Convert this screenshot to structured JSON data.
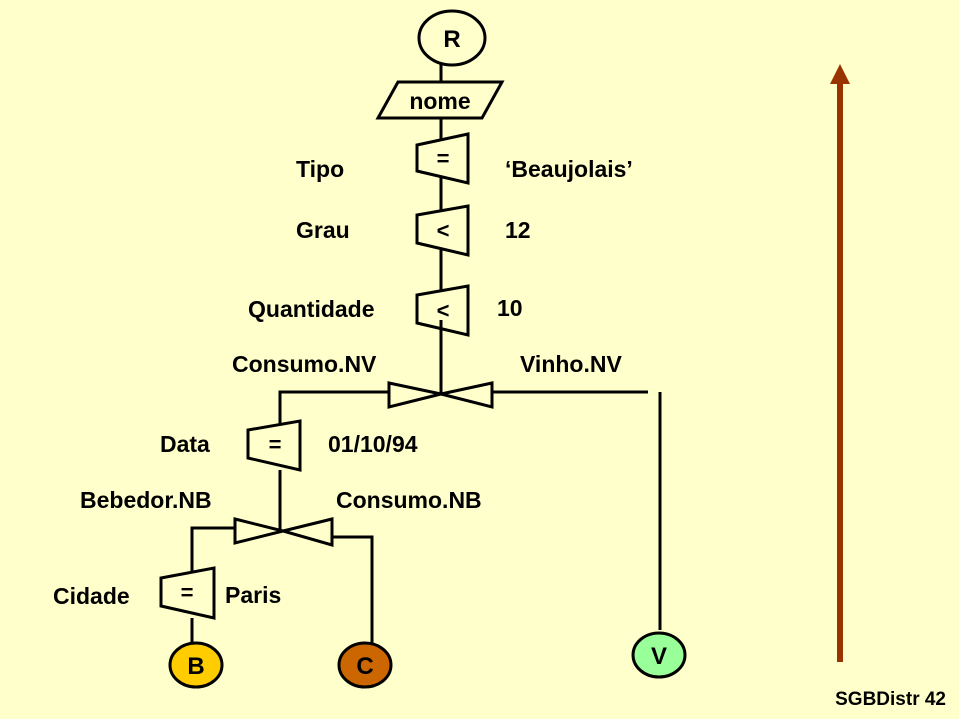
{
  "root": {
    "label": "R"
  },
  "projection": {
    "label": "nome"
  },
  "selections": [
    {
      "attribute": "Tipo",
      "operator": "=",
      "value": "‘Beaujolais’"
    },
    {
      "attribute": "Grau",
      "operator": "<",
      "value": "12"
    },
    {
      "attribute": "Quantidade",
      "operator": "<",
      "value": "10"
    }
  ],
  "join_top": {
    "left_attr": "Consumo.NV",
    "right_attr": "Vinho.NV"
  },
  "selection_data": {
    "attribute": "Data",
    "operator": "=",
    "value": "01/10/94"
  },
  "join_bottom": {
    "left_attr": "Bebedor.NB",
    "right_attr": "Consumo.NB"
  },
  "selection_cidade": {
    "attribute": "Cidade",
    "operator": "=",
    "value": "Paris"
  },
  "relations": [
    {
      "label": "B",
      "color": "#FFCC00"
    },
    {
      "label": "C",
      "color": "#CC6600"
    },
    {
      "label": "V",
      "color": "#99FF99"
    }
  ],
  "arrow": {
    "direction": "up",
    "color": "#993300"
  },
  "footer": {
    "text": "SGBDistr 42"
  },
  "colors": {
    "background": "#FFFFCC",
    "stroke": "#000000"
  }
}
